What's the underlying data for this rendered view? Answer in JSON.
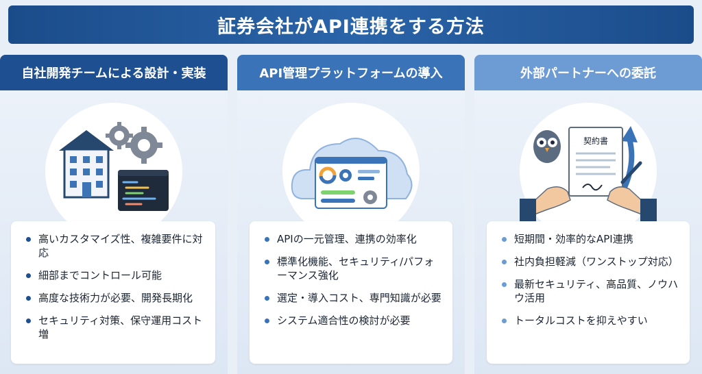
{
  "title": "証券会社がAPI連携をする方法",
  "columns": [
    {
      "header": "自社開発チームによる設計・実装",
      "illustration": "building-gears-code-icon",
      "items": [
        "高いカスタマイズ性、複雑要件に対応",
        "細部までコントロール可能",
        "高度な技術力が必要、開発長期化",
        "セキュリティ対策、保守運用コスト増"
      ]
    },
    {
      "header": "API管理プラットフォームの導入",
      "illustration": "cloud-dashboard-icon",
      "items": [
        "APIの一元管理、連携の効率化",
        "標準化機能、セキュリティ/パフォーマンス強化",
        "選定・導入コスト、専門知識が必要",
        "システム適合性の検討が必要"
      ]
    },
    {
      "header": "外部パートナーへの委託",
      "illustration": "contract-handshake-owl-icon",
      "contract_label": "契約書",
      "items": [
        "短期間・効率的なAPI連携",
        "社内負担軽減（ワンストップ対応）",
        "最新セキュリティ、高品質、ノウハウ活用",
        "トータルコストを抑えやすい"
      ]
    }
  ],
  "colors": {
    "title_bg": "#1b4c8a",
    "header_1": "#1e4f90",
    "header_2": "#3a73b8",
    "header_3": "#6d9bd3",
    "panel_bg": "#e9eff7"
  }
}
